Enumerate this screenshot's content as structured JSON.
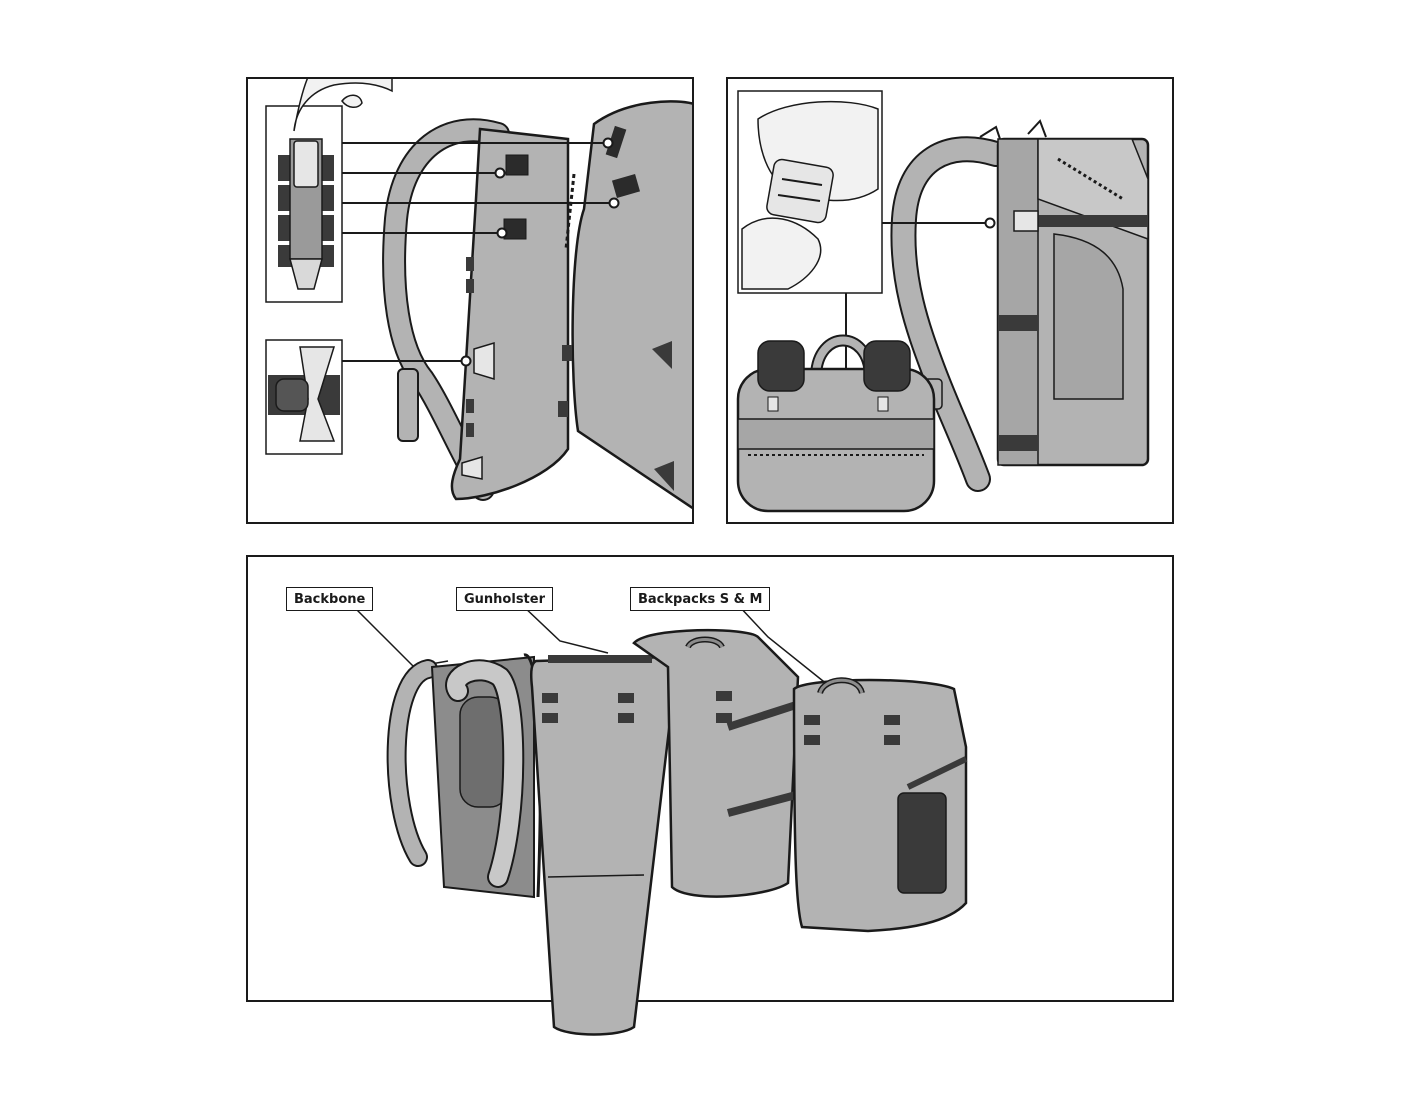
{
  "labels": {
    "backbone": "Backbone",
    "gunholster": "Gunholster",
    "backpacks": "Backpacks S & M"
  },
  "colors": {
    "outline": "#1a1a1a",
    "fabric": "#b3b3b3",
    "fabric_light": "#c8c8c8",
    "fabric_dark": "#8c8c8c",
    "strap": "#3a3a3a",
    "skin": "#f2f2f2",
    "buckle": "#e6e6e6"
  },
  "icons": [
    "finger-icon",
    "hand-icon",
    "buckle-icon",
    "strap-loop-icon"
  ]
}
